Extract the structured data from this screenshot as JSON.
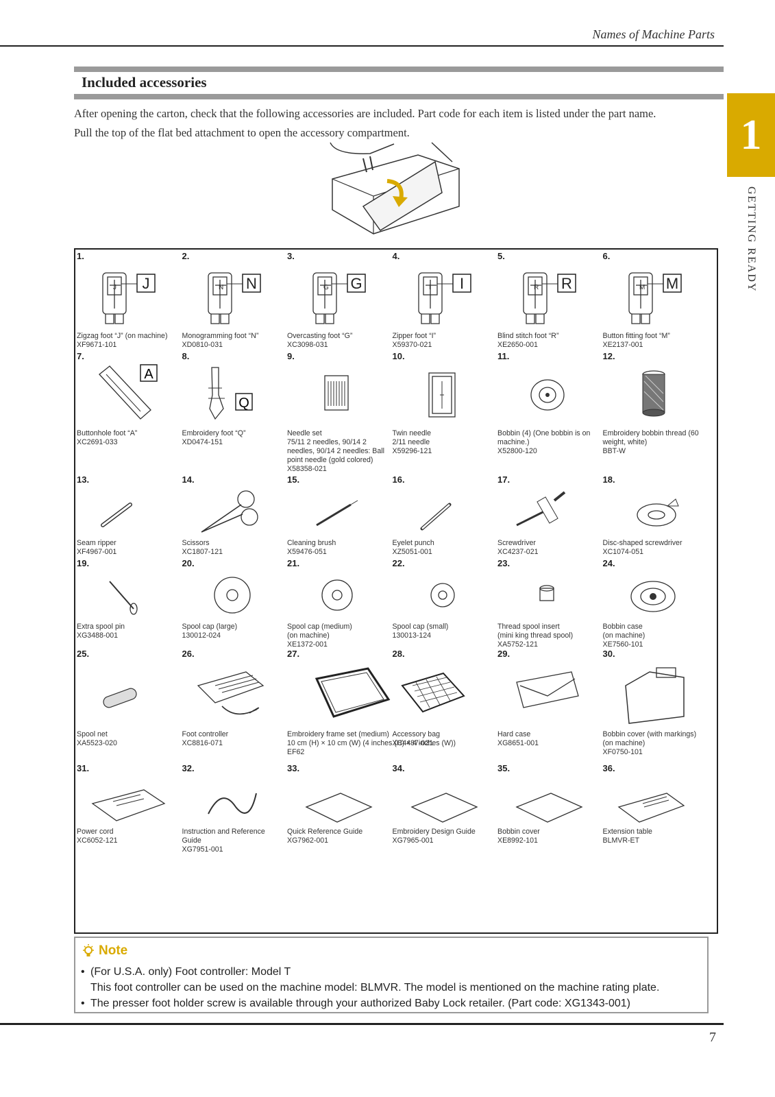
{
  "header": {
    "running_title": "Names of Machine Parts"
  },
  "chapter": {
    "number": "1",
    "label": "GETTING READY"
  },
  "section": {
    "title": "Included accessories",
    "intro": [
      "After opening the carton, check that the following accessories are included. Part code for each item is listed under the part name.",
      "Pull the top of the flat bed attachment to open the accessory compartment."
    ]
  },
  "items": [
    {
      "num": "1.",
      "letter": "J",
      "lines": [
        "Zigzag foot “J” (on machine)",
        "XF9671-101"
      ]
    },
    {
      "num": "2.",
      "letter": "N",
      "lines": [
        "Monogramming foot “N”",
        "XD0810-031"
      ]
    },
    {
      "num": "3.",
      "letter": "G",
      "lines": [
        "Overcasting foot “G”",
        "XC3098-031"
      ]
    },
    {
      "num": "4.",
      "letter": "I",
      "lines": [
        "Zipper foot “I”",
        "X59370-021"
      ]
    },
    {
      "num": "5.",
      "letter": "R",
      "lines": [
        "Blind stitch foot “R”",
        "XE2650-001"
      ]
    },
    {
      "num": "6.",
      "letter": "M",
      "lines": [
        "Button fitting foot “M”",
        "XE2137-001"
      ]
    },
    {
      "num": "7.",
      "letter": "A",
      "lines": [
        "Buttonhole foot “A”",
        "XC2691-033"
      ]
    },
    {
      "num": "8.",
      "letter": "Q",
      "lines": [
        "Embroidery foot “Q”",
        "XD0474-151"
      ]
    },
    {
      "num": "9.",
      "lines": [
        "Needle set",
        "75/11 2 needles, 90/14 2",
        "needles, 90/14 2 needles: Ball",
        "point needle (gold colored)",
        "X58358-021"
      ]
    },
    {
      "num": "10.",
      "lines": [
        "Twin needle",
        "2/11 needle",
        "X59296-121"
      ]
    },
    {
      "num": "11.",
      "lines": [
        "Bobbin (4) (One bobbin is on",
        "machine.)",
        "X52800-120"
      ]
    },
    {
      "num": "12.",
      "lines": [
        "Embroidery bobbin thread (60",
        "weight, white)",
        "BBT-W"
      ]
    },
    {
      "num": "13.",
      "lines": [
        "Seam ripper",
        "XF4967-001"
      ]
    },
    {
      "num": "14.",
      "lines": [
        "Scissors",
        "XC1807-121"
      ]
    },
    {
      "num": "15.",
      "lines": [
        "Cleaning brush",
        "X59476-051"
      ]
    },
    {
      "num": "16.",
      "lines": [
        "Eyelet punch",
        "XZ5051-001"
      ]
    },
    {
      "num": "17.",
      "lines": [
        "Screwdriver",
        "XC4237-021"
      ]
    },
    {
      "num": "18.",
      "lines": [
        "Disc-shaped screwdriver",
        "XC1074-051"
      ]
    },
    {
      "num": "19.",
      "lines": [
        "Extra spool pin",
        "XG3488-001"
      ]
    },
    {
      "num": "20.",
      "lines": [
        "Spool cap (large)",
        "130012-024"
      ]
    },
    {
      "num": "21.",
      "lines": [
        "Spool cap (medium)",
        "(on machine)",
        "XE1372-001"
      ]
    },
    {
      "num": "22.",
      "lines": [
        "Spool cap (small)",
        "130013-124"
      ]
    },
    {
      "num": "23.",
      "lines": [
        "Thread spool insert",
        "(mini king thread spool)",
        "XA5752-121"
      ]
    },
    {
      "num": "24.",
      "lines": [
        "Bobbin case",
        "(on machine)",
        "XE7560-101"
      ]
    },
    {
      "num": "25.",
      "lines": [
        "Spool net",
        "XA5523-020"
      ]
    },
    {
      "num": "26.",
      "lines": [
        "Foot controller",
        "XC8816-071"
      ]
    },
    {
      "num": "27.",
      "lines": [
        "Embroidery frame set (medium)",
        "10 cm (H) × 10 cm (W) (4 inches (H) × 4 inches (W))",
        "EF62"
      ]
    },
    {
      "num": "28.",
      "lines": [
        "Accessory bag",
        "XC4487-021"
      ]
    },
    {
      "num": "29.",
      "lines": [
        "Hard case",
        "XG8651-001"
      ]
    },
    {
      "num": "30.",
      "lines": [
        "Bobbin cover (with markings)",
        "(on machine)",
        "XF0750-101"
      ]
    },
    {
      "num": "31.",
      "lines": [
        "Power cord",
        "XC6052-121"
      ]
    },
    {
      "num": "32.",
      "lines": [
        "Instruction and Reference",
        "Guide",
        "XG7951-001"
      ]
    },
    {
      "num": "33.",
      "lines": [
        "Quick Reference Guide",
        "XG7962-001"
      ]
    },
    {
      "num": "34.",
      "lines": [
        "Embroidery Design Guide",
        "XG7965-001"
      ]
    },
    {
      "num": "35.",
      "lines": [
        "Bobbin cover",
        "XE8992-101"
      ]
    },
    {
      "num": "36.",
      "lines": [
        "Extension table",
        "BLMVR-ET"
      ]
    }
  ],
  "note": {
    "title": "Note",
    "items": [
      {
        "lines": [
          "(For U.S.A. only) Foot controller: Model T",
          "This foot controller can be used on the machine model: BLMVR. The model is mentioned on the machine rating plate."
        ]
      },
      {
        "lines": [
          "The presser foot holder screw is available through your authorized Baby Lock retailer. (Part code: XG1343-001)"
        ]
      }
    ]
  },
  "footer": {
    "page_number": "7"
  },
  "colors": {
    "accent": "#d9aa00",
    "rule": "#222222",
    "section_bar": "#9a9a9a"
  }
}
